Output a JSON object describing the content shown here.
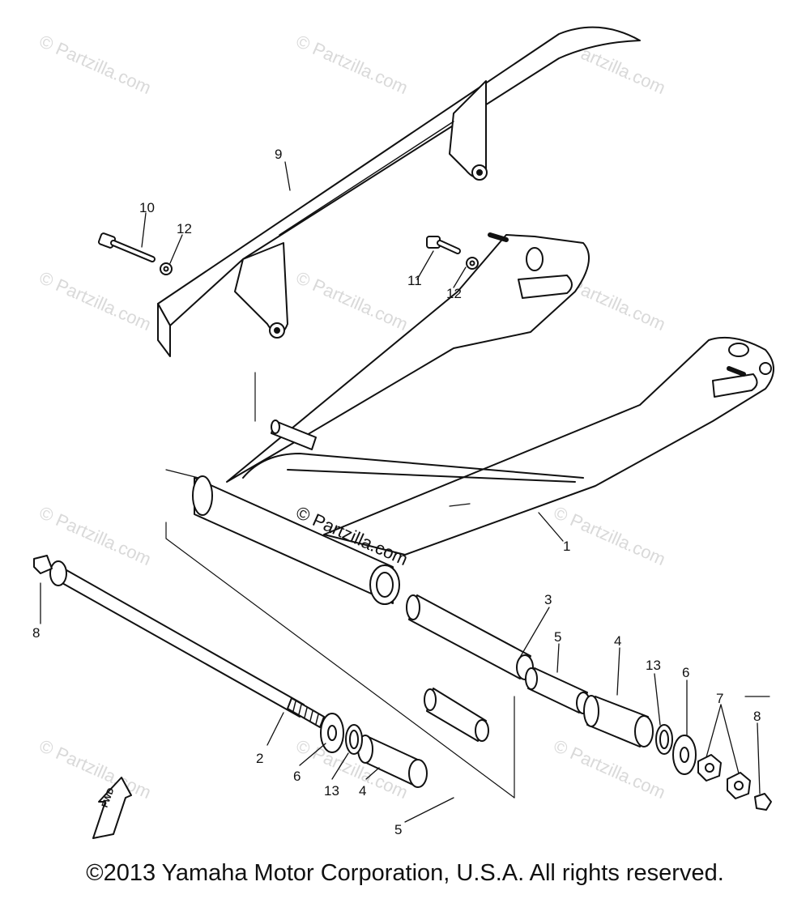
{
  "watermark": "© Partzilla.com",
  "callouts": {
    "c1": "1",
    "c2": "2",
    "c3": "3",
    "c4a": "4",
    "c4b": "4",
    "c5a": "5",
    "c5b": "5",
    "c6a": "6",
    "c6b": "6",
    "c7": "7",
    "c8a": "8",
    "c8b": "8",
    "c9": "9",
    "c10": "10",
    "c11": "11",
    "c12a": "12",
    "c12b": "12",
    "c13a": "13",
    "c13b": "13"
  },
  "fwd_label": "FWD",
  "copyright": "©2013 Yamaha Motor Corporation, U.S.A. All rights reserved."
}
